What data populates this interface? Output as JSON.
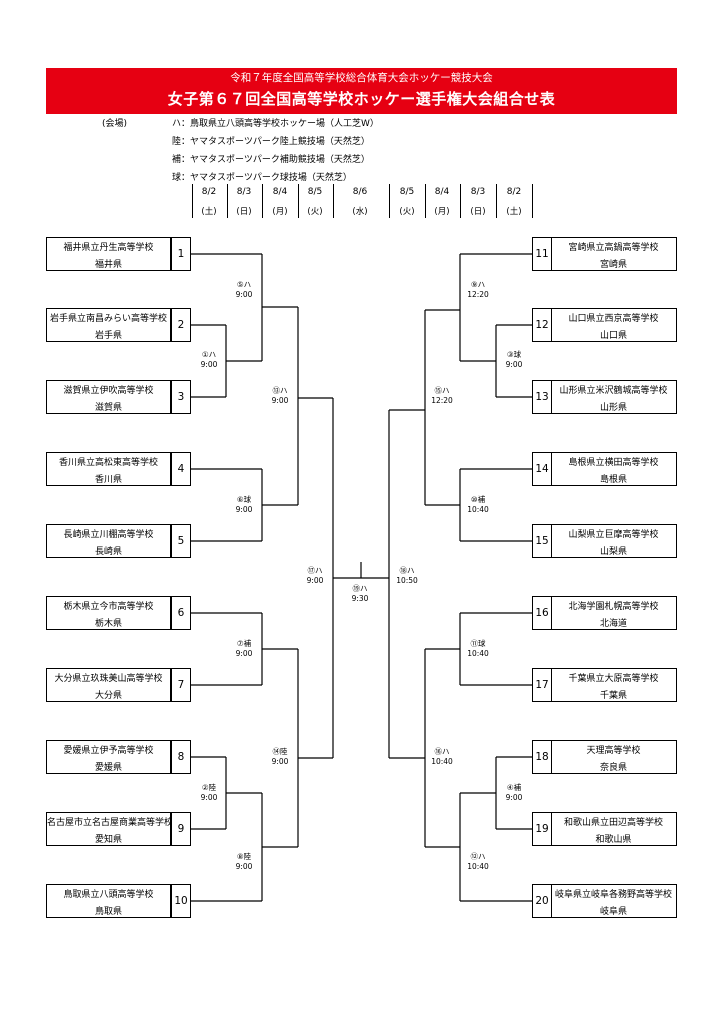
{
  "header": {
    "subtitle": "令和７年度全国高等学校総合体育大会ホッケー競技大会",
    "title": "女子第６７回全国高等学校ホッケー選手権大会組合せ表"
  },
  "venues": {
    "label": "(会場)",
    "items": [
      "ハ：鳥取県立八頭高等学校ホッケー場（人工芝W）",
      "陸：ヤマタスポーツパーク陸上競技場（天然芝）",
      "補：ヤマタスポーツパーク補助競技場（天然芝）",
      "球：ヤマタスポーツパーク球技場（天然芝）"
    ]
  },
  "schedule": [
    {
      "date": "8/2",
      "day": "(土)"
    },
    {
      "date": "8/3",
      "day": "(日)"
    },
    {
      "date": "8/4",
      "day": "(月)"
    },
    {
      "date": "8/5",
      "day": "(火)"
    },
    {
      "date": "8/6",
      "day": "(水)"
    },
    {
      "date": "8/5",
      "day": "(火)"
    },
    {
      "date": "8/4",
      "day": "(月)"
    },
    {
      "date": "8/3",
      "day": "(日)"
    },
    {
      "date": "8/2",
      "day": "(土)"
    }
  ],
  "teams": [
    {
      "no": "1",
      "school": "福井県立丹生高等学校",
      "pref": "福井県"
    },
    {
      "no": "2",
      "school": "岩手県立南昌みらい高等学校",
      "pref": "岩手県"
    },
    {
      "no": "3",
      "school": "滋賀県立伊吹高等学校",
      "pref": "滋賀県"
    },
    {
      "no": "4",
      "school": "香川県立高松東高等学校",
      "pref": "香川県"
    },
    {
      "no": "5",
      "school": "長崎県立川棚高等学校",
      "pref": "長崎県"
    },
    {
      "no": "6",
      "school": "栃木県立今市高等学校",
      "pref": "栃木県"
    },
    {
      "no": "7",
      "school": "大分県立玖珠美山高等学校",
      "pref": "大分県"
    },
    {
      "no": "8",
      "school": "愛媛県立伊予高等学校",
      "pref": "愛媛県"
    },
    {
      "no": "9",
      "school": "名古屋市立名古屋商業高等学校",
      "pref": "愛知県"
    },
    {
      "no": "10",
      "school": "鳥取県立八頭高等学校",
      "pref": "鳥取県"
    },
    {
      "no": "11",
      "school": "宮崎県立高鍋高等学校",
      "pref": "宮崎県"
    },
    {
      "no": "12",
      "school": "山口県立西京高等学校",
      "pref": "山口県"
    },
    {
      "no": "13",
      "school": "山形県立米沢鶴城高等学校",
      "pref": "山形県"
    },
    {
      "no": "14",
      "school": "島根県立横田高等学校",
      "pref": "島根県"
    },
    {
      "no": "15",
      "school": "山梨県立巨摩高等学校",
      "pref": "山梨県"
    },
    {
      "no": "16",
      "school": "北海学園札幌高等学校",
      "pref": "北海道"
    },
    {
      "no": "17",
      "school": "千葉県立大原高等学校",
      "pref": "千葉県"
    },
    {
      "no": "18",
      "school": "天理高等学校",
      "pref": "奈良県"
    },
    {
      "no": "19",
      "school": "和歌山県立田辺高等学校",
      "pref": "和歌山県"
    },
    {
      "no": "20",
      "school": "岐阜県立岐阜各務野高等学校",
      "pref": "岐阜県"
    }
  ],
  "matches": [
    {
      "id": "m1",
      "venue": "①ハ",
      "time": "9:00"
    },
    {
      "id": "m2",
      "venue": "②陸",
      "time": "9:00"
    },
    {
      "id": "m3",
      "venue": "③球",
      "time": "9:00"
    },
    {
      "id": "m4",
      "venue": "④補",
      "time": "9:00"
    },
    {
      "id": "m5",
      "venue": "⑤ハ",
      "time": "9:00"
    },
    {
      "id": "m6",
      "venue": "⑥球",
      "time": "9:00"
    },
    {
      "id": "m7",
      "venue": "⑦補",
      "time": "9:00"
    },
    {
      "id": "m8",
      "venue": "⑧陸",
      "time": "9:00"
    },
    {
      "id": "m9",
      "venue": "⑨ハ",
      "time": "12:20"
    },
    {
      "id": "m10",
      "venue": "⑩補",
      "time": "10:40"
    },
    {
      "id": "m11",
      "venue": "⑪球",
      "time": "10:40"
    },
    {
      "id": "m12",
      "venue": "⑫ハ",
      "time": "10:40"
    },
    {
      "id": "m13",
      "venue": "⑬ハ",
      "time": "9:00"
    },
    {
      "id": "m14",
      "venue": "⑭陸",
      "time": "9:00"
    },
    {
      "id": "m15",
      "venue": "⑮ハ",
      "time": "12:20"
    },
    {
      "id": "m16",
      "venue": "⑯ハ",
      "time": "10:40"
    },
    {
      "id": "m17",
      "venue": "⑰ハ",
      "time": "9:00"
    },
    {
      "id": "m18",
      "venue": "⑱ハ",
      "time": "10:50"
    },
    {
      "id": "m19",
      "venue": "⑲ハ",
      "time": "9:30"
    }
  ]
}
